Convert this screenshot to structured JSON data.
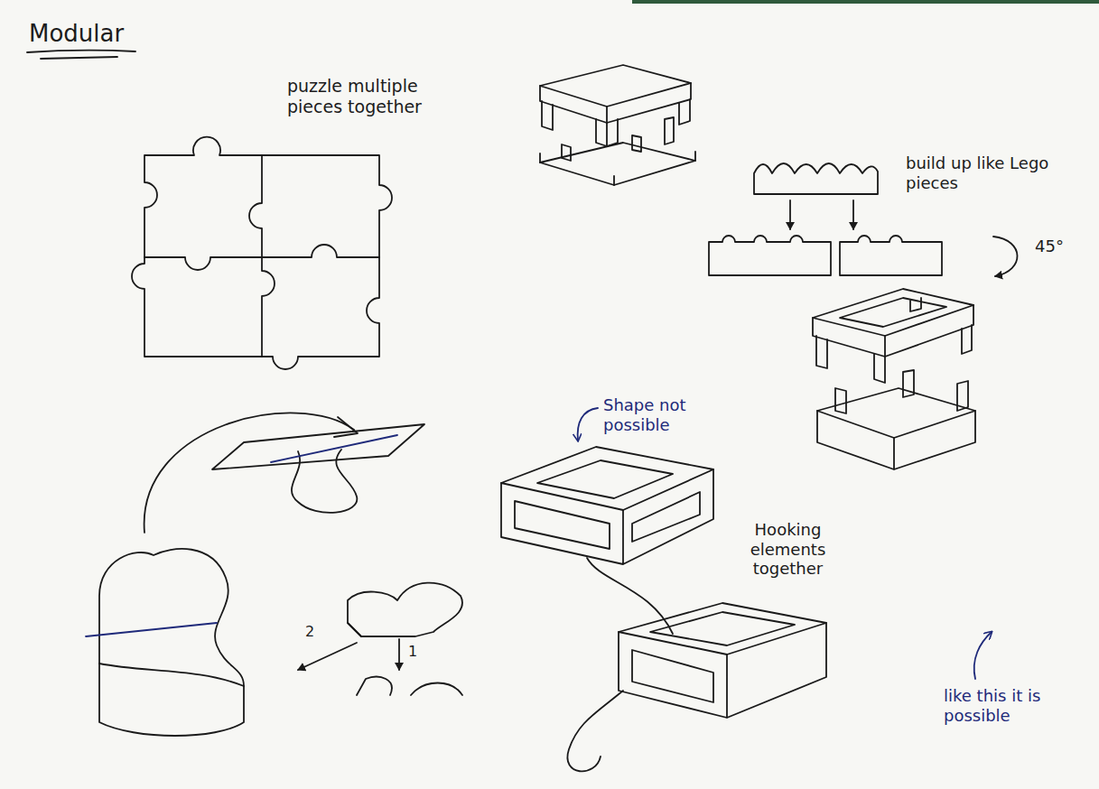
{
  "diagram": {
    "title": "Modular",
    "labels": [
      "puzzle multiple pieces together",
      "build up like Lego pieces",
      "45°",
      "Shape not possible",
      "Hooking elements together",
      "like this it is possible",
      "2",
      "1"
    ]
  }
}
